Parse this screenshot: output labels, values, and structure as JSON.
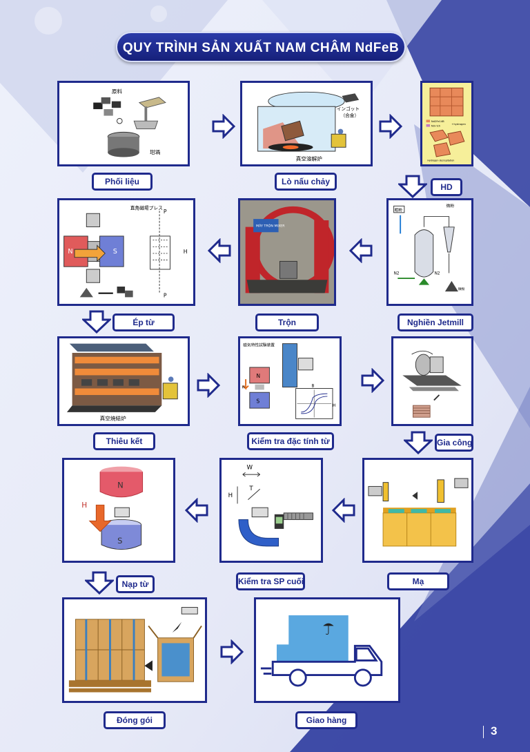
{
  "title": "QUY TRÌNH SẢN XUẤT NAM CHÂM NdFeB",
  "steps": [
    {
      "label": "Phối liệu"
    },
    {
      "label": "Lò nấu chảy"
    },
    {
      "label": "HD"
    },
    {
      "label": "Nghiền Jetmill"
    },
    {
      "label": "Trộn"
    },
    {
      "label": "Ép từ"
    },
    {
      "label": "Thiêu kết"
    },
    {
      "label": "Kiểm tra đặc tính từ"
    },
    {
      "label": "Gia công"
    },
    {
      "label": "Mạ"
    },
    {
      "label": "Kiểm tra SP cuối"
    },
    {
      "label": "Nạp từ"
    },
    {
      "label": "Đóng gói"
    },
    {
      "label": "Giao hàng"
    }
  ],
  "illustration_text": {
    "raw_material": "原料",
    "crucible": "坩堝",
    "ingot": "インゴット",
    "alloy": "（合金）",
    "vacuum_melting": "真空溶解炉",
    "hd_legend_1": "Nd2Fe14B",
    "hd_legend_2": "Nd-rich",
    "hd_hydrogen": "+hydrogen",
    "hd_decrepitation": "Hydrogen decrepitation",
    "coarse_powder": "粗粉",
    "fine_powder": "微粉",
    "n2": "N2",
    "mixer_sign": "MÁY TRỘN MIXER",
    "press": "直角磁場プレス",
    "p": "P",
    "h": "H",
    "n": "N",
    "s": "S",
    "vacuum_sintering": "真空焼結炉",
    "magnetic_test": "磁気特性試験装置",
    "b": "B",
    "w": "W",
    "t": "T"
  },
  "page_number": "3"
}
